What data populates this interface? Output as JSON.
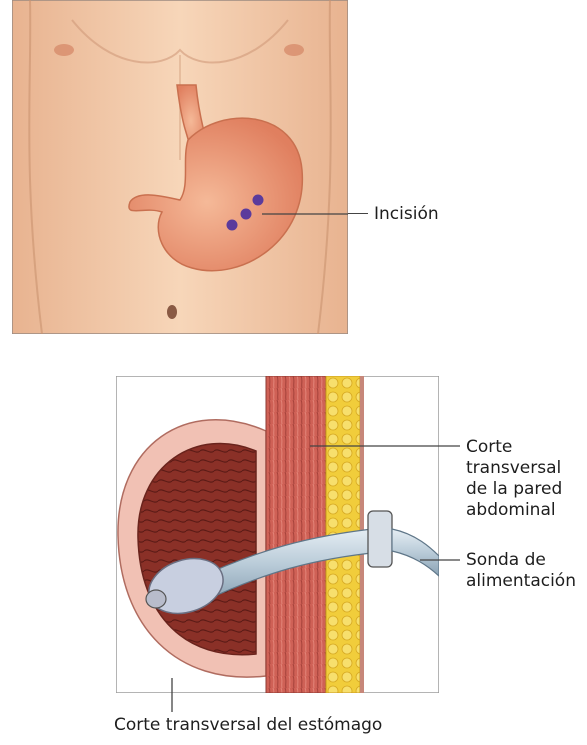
{
  "labels": {
    "incision": "Incisión",
    "abdominal_wall_line1": "Corte",
    "abdominal_wall_line2": "transversal",
    "abdominal_wall_line3": "de la pared",
    "abdominal_wall_line4": "abdominal",
    "feeding_tube_line1": "Sonda de",
    "feeding_tube_line2": "alimentación",
    "stomach_section": "Corte transversal del estómago"
  },
  "colors": {
    "skin": "#f3c9a6",
    "stomach": "#f0a685",
    "incision_dots": "#5b3b9c",
    "muscle": "#c8574f",
    "fat": "#f2cf3a",
    "tube": "#b9cbd8",
    "mucosa": "#7a2a24"
  }
}
